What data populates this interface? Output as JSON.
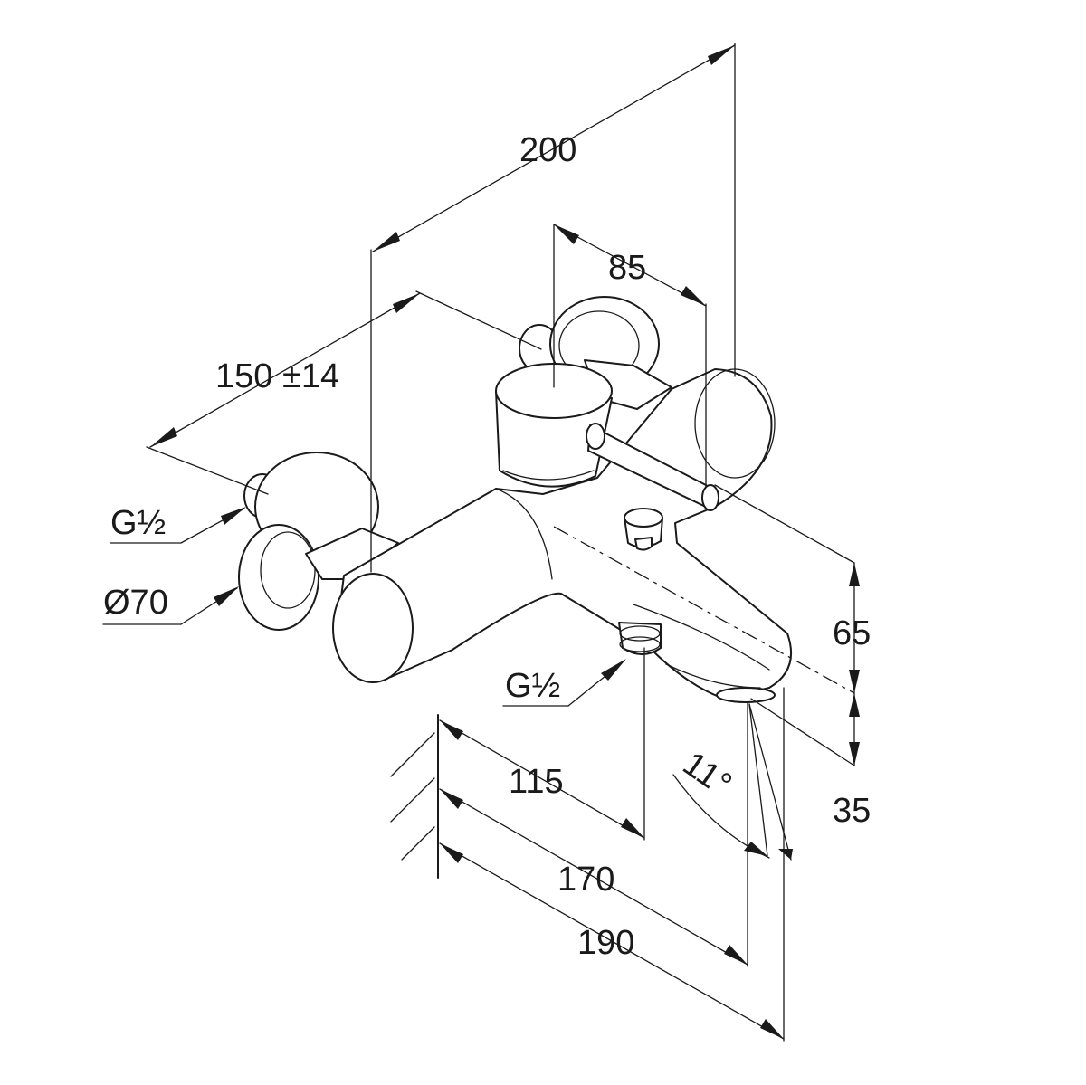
{
  "colors": {
    "line": "#1a1a1a",
    "background": "#ffffff"
  },
  "dimensions": {
    "overall_width": "200",
    "lever_offset": "85",
    "wall_centers": "150 ±14",
    "connection_left": "G½",
    "rosette_diameter": "Ø70",
    "connection_bottom": "G½",
    "height_top": "65",
    "height_bottom": "35",
    "outlet_distance": "115",
    "spout_distance": "170",
    "projection": "190",
    "spout_angle": "11°"
  }
}
